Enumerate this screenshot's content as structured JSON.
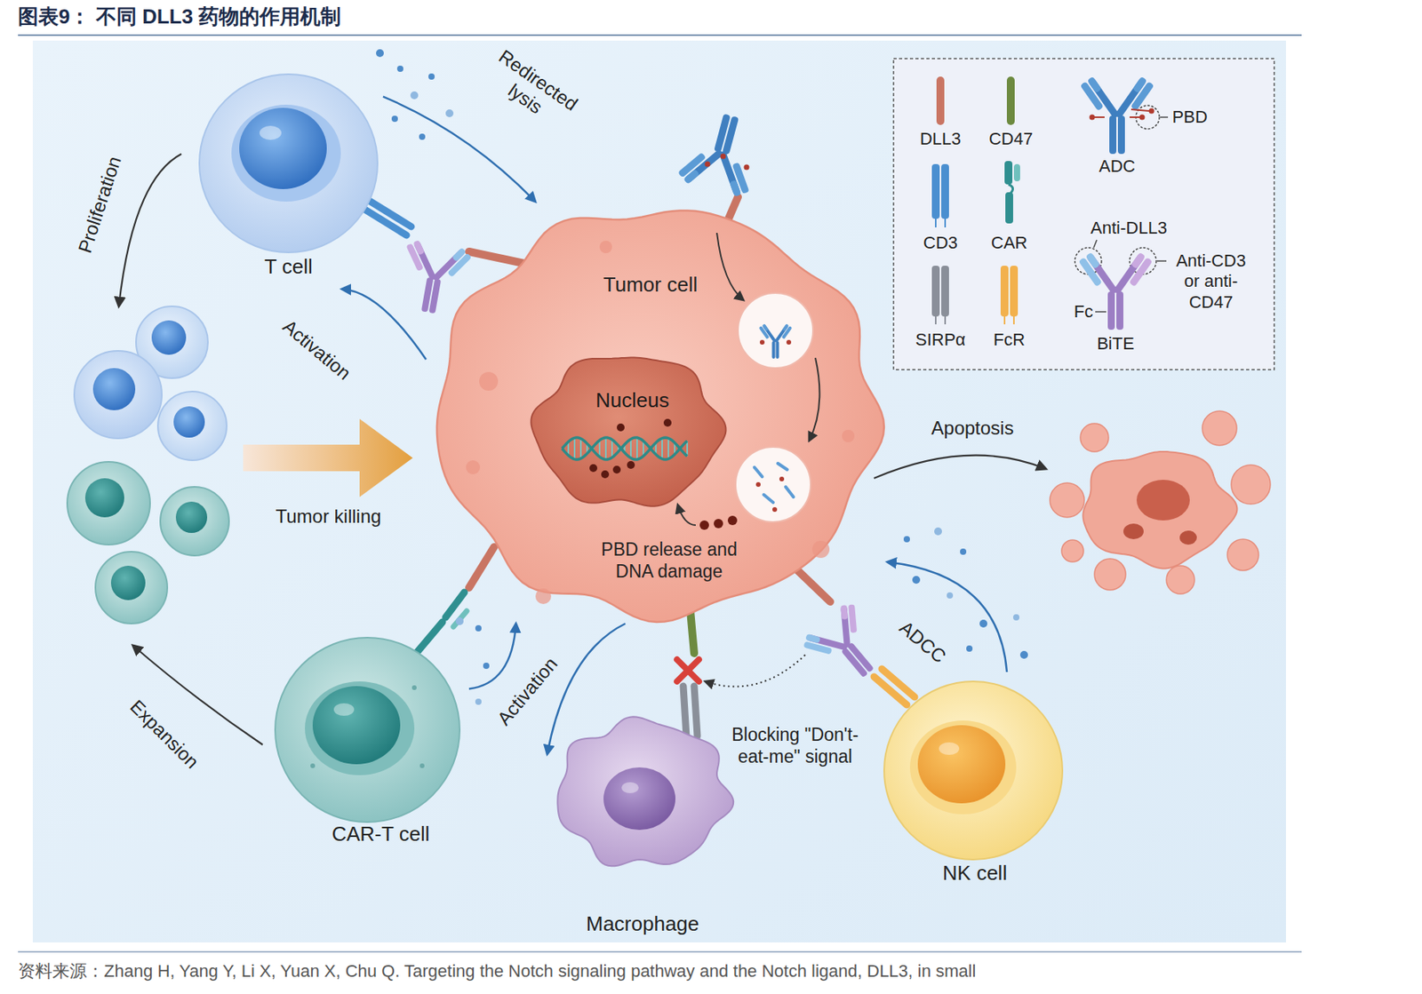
{
  "diagram": {
    "title": "图表9： 不同 DLL3 药物的作用机制",
    "caption": "资料来源：Zhang H, Yang Y, Li X, Yuan X, Chu Q. Targeting the Notch signaling pathway and the Notch ligand, DLL3, in small",
    "nodes": [
      {
        "text": [
          "T cell"
        ]
      },
      {
        "text": [
          "Tumor cell",
          "PBD release and DNA damage"
        ]
      },
      {
        "text": [
          "Nucleus"
        ],
        "in": 1
      },
      {
        "text": [
          "CAR-T cell"
        ]
      },
      {
        "text": [
          "Macrophage"
        ]
      },
      {
        "text": [
          "NK cell"
        ]
      }
    ],
    "edges": [
      {
        "from": 0,
        "to": 1,
        "label": "Redirected lysis",
        "arrow": "to"
      },
      {
        "from": 1,
        "to": 0,
        "label": "Activation",
        "arrow": "to"
      },
      {
        "from": 3,
        "to": 1,
        "arrow": "to"
      },
      {
        "from": 1,
        "to": 4,
        "label": "Activation",
        "arrow": "to"
      },
      {
        "from": 5,
        "to": 1,
        "arrow": "to"
      }
    ],
    "labels": [
      "Proliferation",
      "Tumor killing",
      "Expansion",
      "Apoptosis",
      "ADCC",
      "Blocking \"Don't-eat-me\" signal"
    ],
    "legend": [
      {
        "text": "DLL3"
      },
      {
        "text": "CD47"
      },
      {
        "text": "PBD"
      },
      {
        "text": "ADC"
      },
      {
        "text": "CD3"
      },
      {
        "text": "CAR"
      },
      {
        "text": "Anti-DLL3"
      },
      {
        "text": "Anti-CD3 or anti-CD47"
      },
      {
        "text": "Fc"
      },
      {
        "text": "BiTE"
      },
      {
        "text": "SIRPα"
      },
      {
        "text": "FcR"
      }
    ]
  }
}
